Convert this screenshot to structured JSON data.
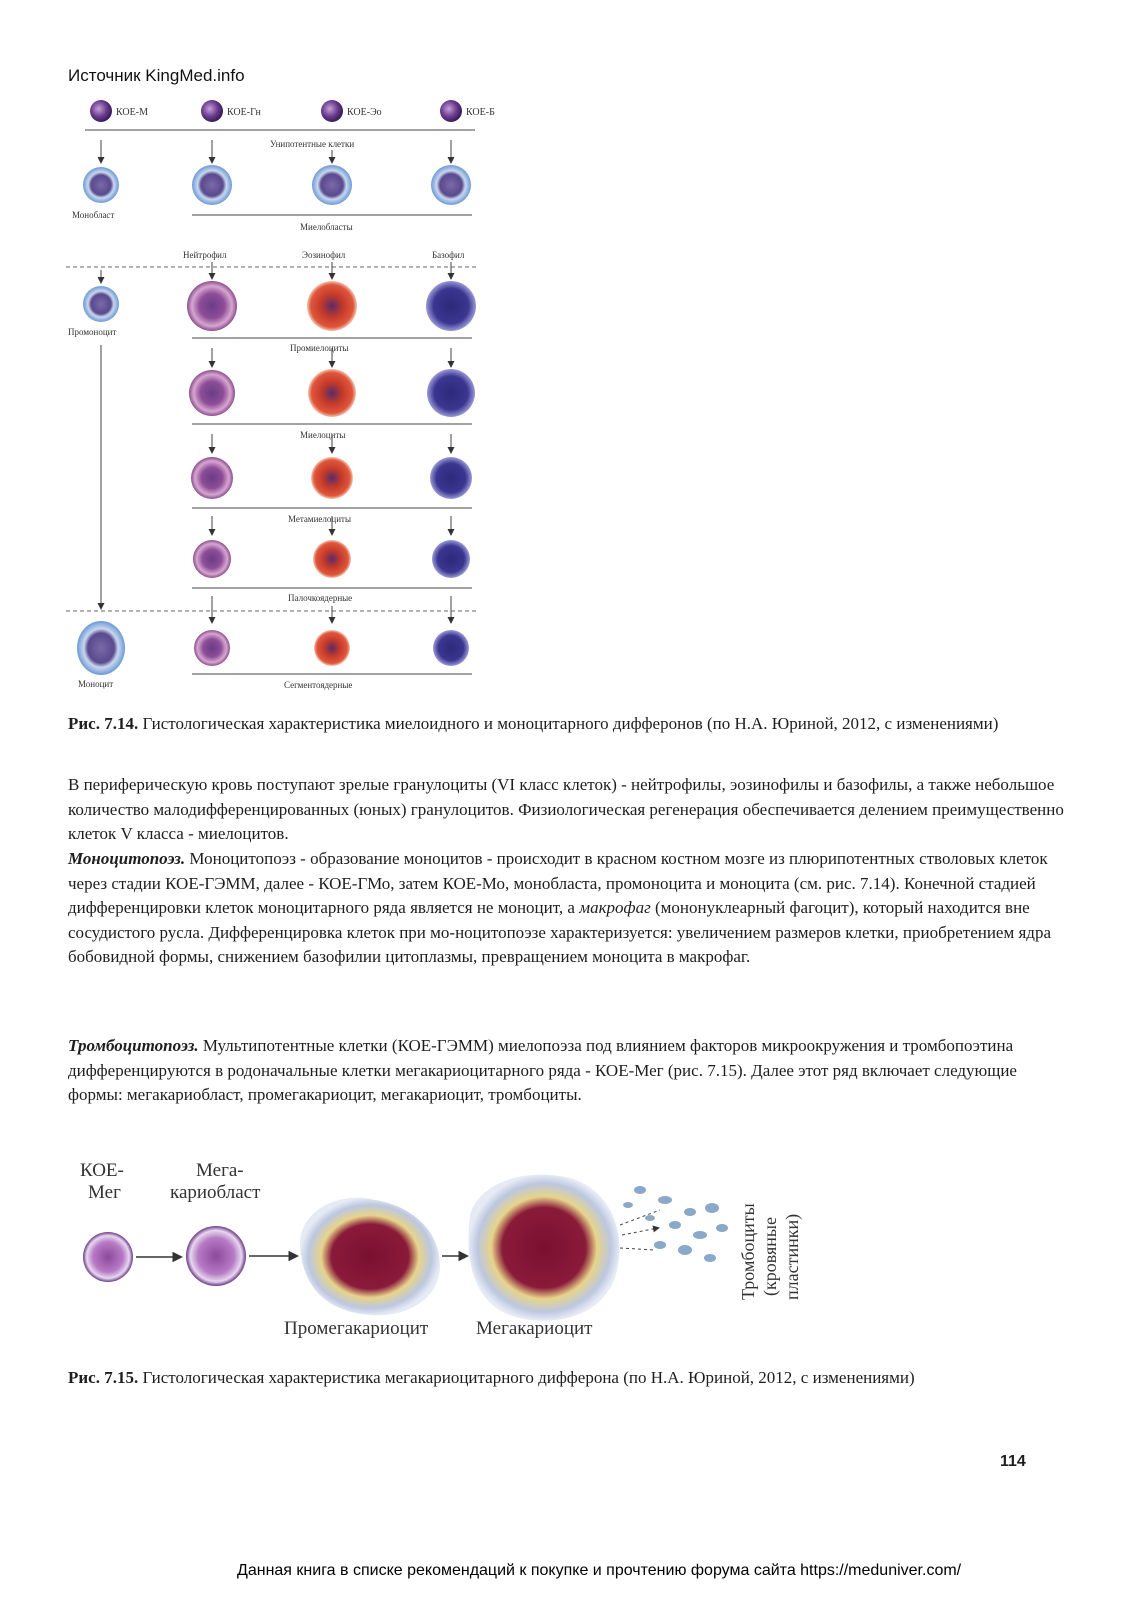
{
  "source": "Источник KingMed.info",
  "fig14": {
    "koe": [
      "КОЕ-М",
      "КОЕ-Гн",
      "КОЕ-Эо",
      "КОЕ-Б"
    ],
    "unipotent": "Унипотентные клетки",
    "monoblast": "Монобласт",
    "myeloblasts": "Миелобласты",
    "neutrophil": "Нейтрофил",
    "eosinophil": "Эозинофил",
    "basophil": "Базофил",
    "promonocyte": "Промоноцит",
    "promyelocytes": "Промиелоциты",
    "myelocytes": "Миелоциты",
    "metamyelocytes": "Метамиелоциты",
    "band": "Палочкоядерные",
    "monocyte": "Моноцит",
    "segmented": "Сегментоядерные",
    "caption_bold": "Рис. 7.14.",
    "caption_text": " Гистологическая характеристика миелоидного и моноцитарного дифферонов (по Н.А. Юриной, 2012, с изменениями)"
  },
  "para1": "В периферическую кровь поступают зрелые гранулоциты (VI класс клеток) - нейтрофилы, эозинофилы и базофилы, а также небольшое количество малодифференцированных (юных) гранулоцитов. Физиологическая регенерация обеспечивается делением преимущественно клеток V класса - миелоцитов.",
  "para2": {
    "term": "Моноцитопоэз.",
    "text_a": " Моноцитопоэз - образование моноцитов - происходит в красном костном мозге из плюрипотентных стволовых клеток через стадии КОЕ-ГЭММ, далее - КОЕ-ГМо, затем КОЕ-Мо, монобласта, промоноцита и моноцита (см. рис. 7.14). Конечной стадией дифференцировки клеток моноцитарного ряда является не моноцит, а ",
    "italic": "макрофаг",
    "text_b": " (мононуклеарный фагоцит), который находится вне сосудистого русла. Дифференцировка клеток при мо-ноцитопоэзе характеризуется: увеличением размеров клетки, приобретением ядра бобовидной формы, снижением базофилии цитоплазмы, превращением моноцита в макрофаг."
  },
  "para3": {
    "term": "Тромбоцитопоэз.",
    "text": " Мультипотентные клетки (КОЕ-ГЭММ) миелопоэза под влиянием факторов микроокружения и тромбопоэтина дифференцируются в родоначальные клетки мегакариоцитарного ряда - КОЕ-Мег (рис. 7.15). Далее этот ряд включает следующие формы: мегакариобласт, промегакариоцит, мегакариоцит, тромбоциты."
  },
  "fig15": {
    "koe_meg_1": "КОЕ-",
    "koe_meg_2": "Мег",
    "megablast_1": "Мега-",
    "megablast_2": "кариобласт",
    "promega": "Промегакариоцит",
    "mega": "Мегакариоцит",
    "thrombo_1": "Тромбоциты",
    "thrombo_2": "(кровяные",
    "thrombo_3": "пластинки)",
    "caption_bold": "Рис. 7.15.",
    "caption_text": " Гистологическая характеристика мегакариоцитарного дифферона (по Н.А. Юриной, 2012, с изменениями)"
  },
  "page_number": "114",
  "footer": "Данная книга в списке рекомендаций к покупке и прочтению форума сайта https://meduniver.com/"
}
